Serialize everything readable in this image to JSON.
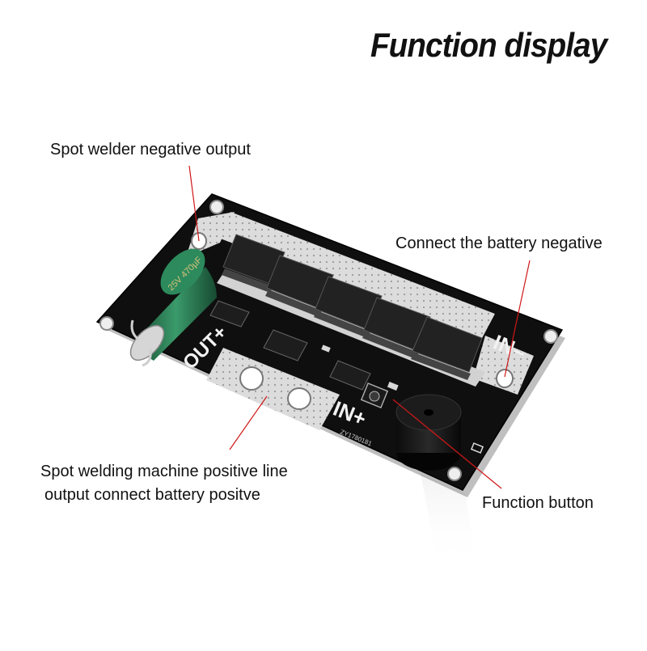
{
  "title": "Function display",
  "labels": {
    "negative_output": "Spot welder negative output",
    "battery_negative": "Connect the battery negative",
    "positive_line_1": "Spot welding machine positive line",
    "positive_line_2": "output connect battery positve",
    "function_button": "Function button"
  },
  "board_silkscreen": {
    "out_plus": "OUT+",
    "in_minus": "IN–",
    "in_plus": "IN+",
    "model": "ZY1780181"
  },
  "colors": {
    "pcb": "#101010",
    "copper_pads": "#d8d8d8",
    "capacitor": "#2f7a55",
    "leader_lines": "#d01818"
  },
  "icons": [
    "capacitor-icon",
    "mosfet-icon",
    "buzzer-icon",
    "tactile-button-icon"
  ]
}
